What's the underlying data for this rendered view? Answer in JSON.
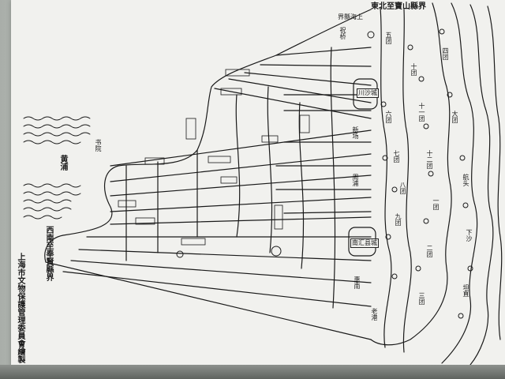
{
  "map": {
    "title_top": "東北至寶山縣界",
    "boundary_north": "界縣海上",
    "subtitle_left": "西南至奉賢縣界",
    "credit": "上海市文物保護管理委員會繪製",
    "sea_label": "黄浦",
    "town_labels": [
      "五团",
      "六团",
      "七团",
      "八团",
      "九团",
      "十团",
      "十一团",
      "十二团",
      "一团",
      "二团",
      "三团",
      "四团",
      "南汇县城",
      "川沙城",
      "新场",
      "周浦",
      "大团",
      "航头",
      "下沙",
      "坦直",
      "祝桥",
      "惠南",
      "老港",
      "书院"
    ],
    "colors": {
      "paper": "#f1f1ee",
      "ink": "#1a1a1a",
      "wall": "#c9ccc8"
    }
  }
}
